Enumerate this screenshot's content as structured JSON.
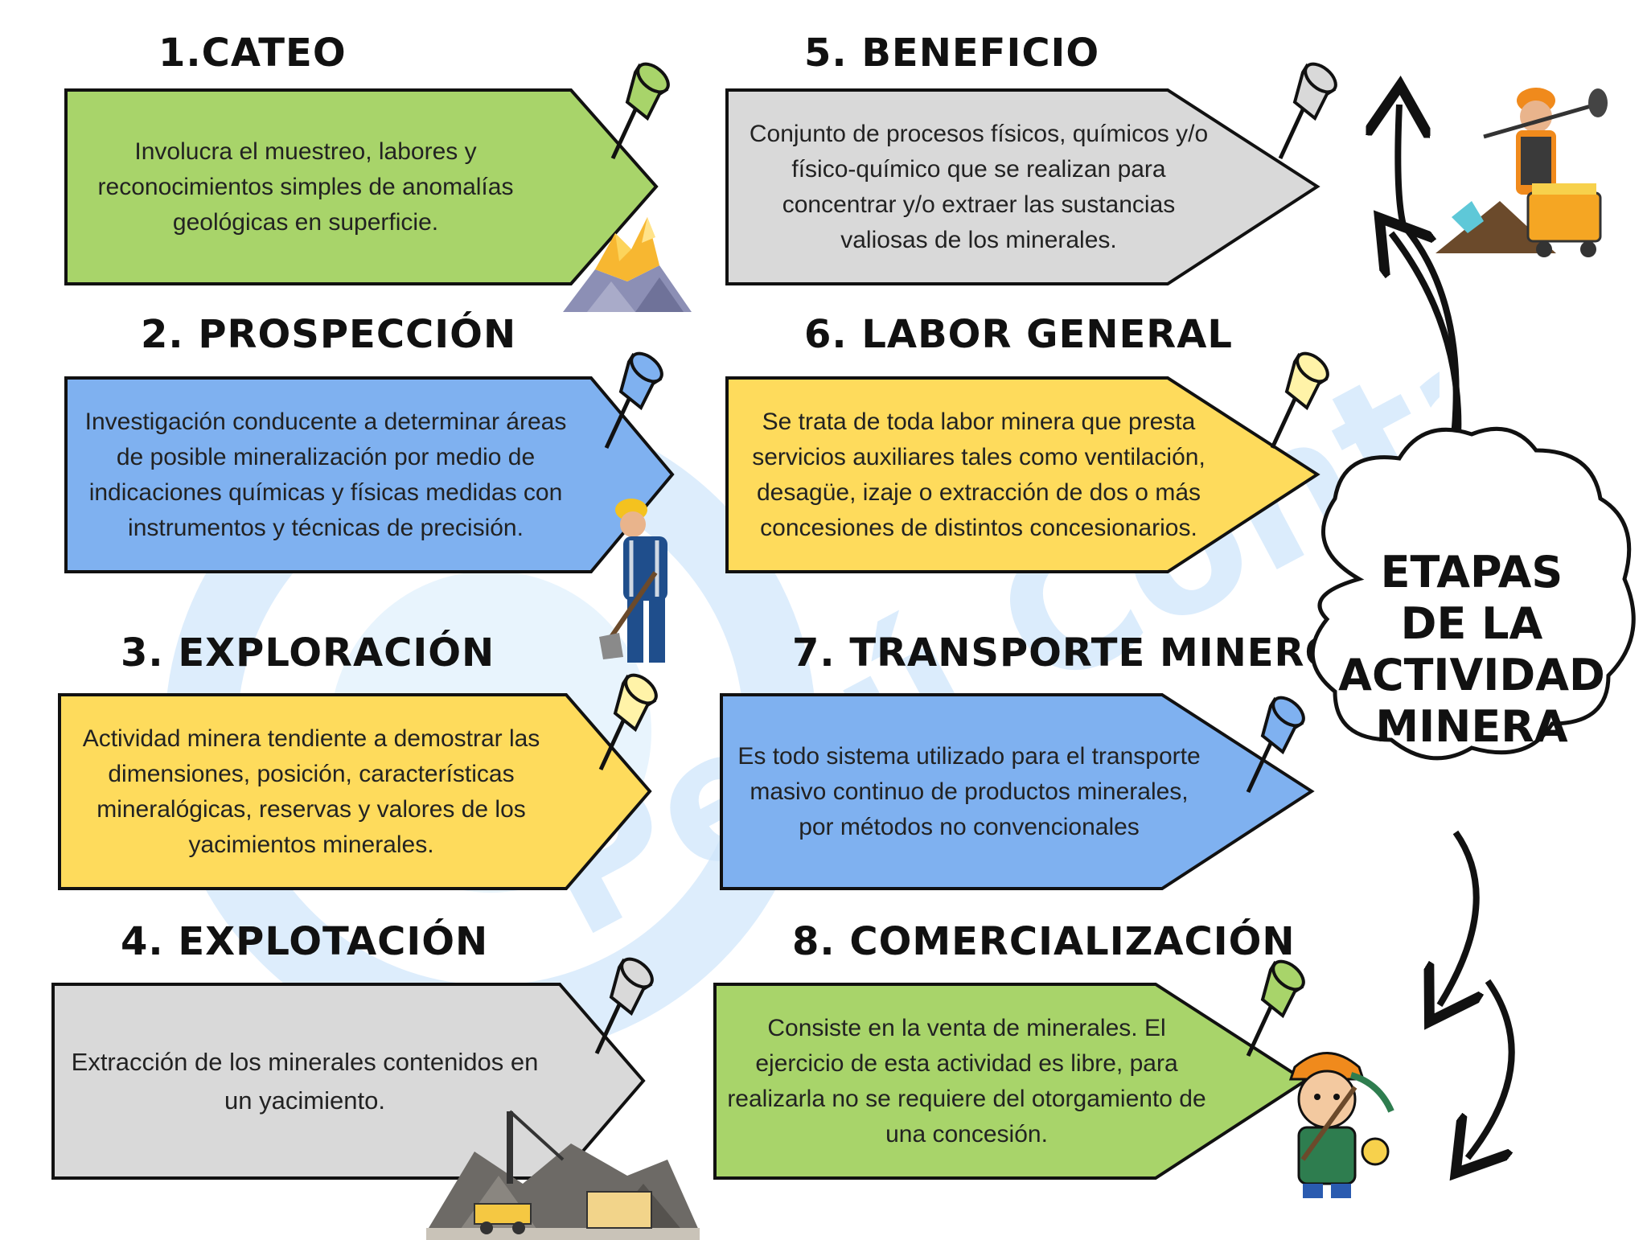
{
  "colors": {
    "green": "#a8d46a",
    "blue": "#7fb1f0",
    "yellow": "#fedb5c",
    "gray": "#d9d9d9",
    "border": "#111111"
  },
  "watermark": "Perú Contable",
  "cloud": {
    "lines": [
      "ETAPAS",
      "DE LA",
      "ACTIVIDAD",
      "MINERA"
    ]
  },
  "stages": [
    {
      "title": "1.CATEO",
      "text": "Involucra el muestreo, labores y reconocimientos simples de anomalías geológicas en superficie.",
      "color": "green",
      "pin": "green",
      "icon": "gold-ore-icon"
    },
    {
      "title": "2. PROSPECCIÓN",
      "text": "Investigación conducente a determinar áreas de posible mineralización por medio de indicaciones químicas y físicas medidas con instrumentos y técnicas de precisión.",
      "color": "blue",
      "pin": "blue",
      "icon": "miner-shovel-icon"
    },
    {
      "title": "3. EXPLORACIÓN",
      "text": "Actividad minera tendiente a demostrar las dimensiones, posición, características mineralógicas, reservas y valores de los yacimientos minerales.",
      "color": "yellow",
      "pin": "yellow",
      "icon": ""
    },
    {
      "title": "4. EXPLOTACIÓN",
      "text": "Extracción de los minerales contenidos en un yacimiento.",
      "color": "gray",
      "pin": "gray",
      "icon": "mine-site-icon"
    },
    {
      "title": "5. BENEFICIO",
      "text": "Conjunto de procesos físicos, químicos y/o físico-químico que se realizan para concentrar y/o extraer las sustancias valiosas de los minerales.",
      "color": "gray",
      "pin": "gray",
      "icon": "miner-cart-icon"
    },
    {
      "title": "6. LABOR GENERAL",
      "text": "Se trata de toda labor minera que presta servicios auxiliares tales como ventilación, desagüe, izaje o extracción de dos o más concesiones de distintos concesionarios.",
      "color": "yellow",
      "pin": "yellow",
      "icon": ""
    },
    {
      "title": "7. TRANSPORTE MINERO",
      "text": "Es todo sistema utilizado para el transporte masivo continuo de productos minerales, por métodos no convencionales",
      "color": "blue",
      "pin": "blue",
      "icon": ""
    },
    {
      "title": "8. COMERCIALIZACIÓN",
      "text": "Consiste en la venta de minerales. El ejercicio de esta actividad es libre, para realizarla no se requiere del otorgamiento de una concesión.",
      "color": "green",
      "pin": "green",
      "icon": "miner-child-icon"
    }
  ]
}
